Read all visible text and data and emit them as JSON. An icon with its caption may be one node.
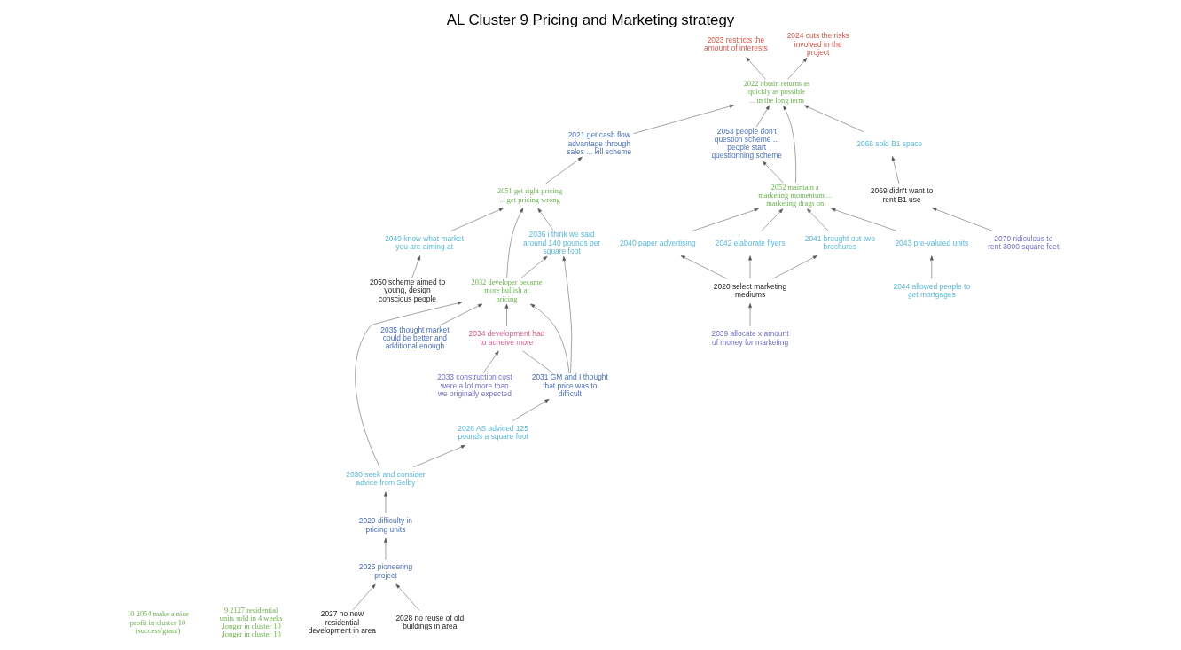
{
  "diagram": {
    "title": "AL Cluster 9 Pricing and Marketing strategy",
    "nodes": [
      {
        "text": [
          "10 2054 make a nice profit in cluster 10 (success/grant)"
        ]
      },
      {
        "text": [
          "9 2127 residential units sold in 4 weeks ,longer in cluster 10 ,longer in cluster 10"
        ]
      },
      {
        "text": [
          "2023 restricts the amount of interests"
        ]
      },
      {
        "text": [
          "2024 cuts the risks involved in the project"
        ]
      },
      {
        "text": [
          "2022 obtain returns as quickly as possible ... in the long term"
        ]
      },
      {
        "text": [
          "2021 get cash flow advantage through sales ... kill scheme"
        ]
      },
      {
        "text": [
          "2053 people don't question scheme ... people start questionning scheme"
        ]
      },
      {
        "text": [
          "2052 maintain a marketing momentum ... marketing drags on"
        ]
      },
      {
        "text": [
          "2051 get right pricing ... get pricing wrong"
        ]
      },
      {
        "text": [
          "2032 developer became more bullish at pricing"
        ]
      },
      {
        "text": [
          "2068 sold B1 space"
        ]
      },
      {
        "text": [
          "2040 paper advertising"
        ]
      },
      {
        "text": [
          "2042 elaborate flyers"
        ]
      },
      {
        "text": [
          "2041 brought out two brochures"
        ]
      },
      {
        "text": [
          "2026 AS adviced 125 pounds a square foot"
        ]
      },
      {
        "text": [
          "2069 didn't want to rent B1 use"
        ]
      },
      {
        "text": [
          "2020 select marketing mediums"
        ]
      },
      {
        "text": [
          "2043 pre-valuied units"
        ]
      },
      {
        "text": [
          "2049 know what market you are aiming at"
        ]
      },
      {
        "text": [
          "2035 thought market could be better and additional enough"
        ]
      },
      {
        "text": [
          "2030 seek and consider advice from Selby"
        ]
      },
      {
        "text": [
          "2036 i think we said around 140 pounds per square foot"
        ]
      },
      {
        "text": [
          "2039 allocate x amount of money for marketing"
        ]
      },
      {
        "text": [
          "2044 allowed people to get mortgages"
        ]
      },
      {
        "text": [
          "2050 scheme aimed to young, design conscious people"
        ]
      },
      {
        "text": [
          "2029 difficulty in pricing units"
        ]
      },
      {
        "text": [
          "2031 GM and I thought that price was to difficult"
        ]
      },
      {
        "text": [
          "2034 development had to acheive more"
        ]
      },
      {
        "text": [
          "2070 ridiculous to rent 3000 square feet"
        ]
      },
      {
        "text": [
          "2033 construction cost were a lot more than we originally expected"
        ]
      },
      {
        "text": [
          "2025 pioneering project"
        ]
      },
      {
        "text": [
          "2027 no new residential development in area"
        ]
      },
      {
        "text": [
          "2028 no reuse of old buildings in area"
        ]
      }
    ],
    "edges": [
      {
        "from": 4,
        "to": 2,
        "arrow": "to"
      },
      {
        "from": 4,
        "to": 3,
        "arrow": "to"
      },
      {
        "from": 5,
        "to": 4,
        "arrow": "to"
      },
      {
        "from": 6,
        "to": 4,
        "arrow": "to"
      },
      {
        "from": 7,
        "to": 4,
        "arrow": "to"
      },
      {
        "from": 7,
        "to": 6,
        "arrow": "to"
      },
      {
        "from": 10,
        "to": 4,
        "arrow": "to"
      },
      {
        "from": 11,
        "to": 7,
        "arrow": "to"
      },
      {
        "from": 17,
        "to": 7,
        "arrow": "to"
      },
      {
        "from": 12,
        "to": 7,
        "arrow": "to"
      },
      {
        "from": 13,
        "to": 7,
        "arrow": "to"
      },
      {
        "from": 16,
        "to": 11,
        "arrow": "to"
      },
      {
        "from": 16,
        "to": 12,
        "arrow": "to"
      },
      {
        "from": 16,
        "to": 13,
        "arrow": "to"
      },
      {
        "from": 23,
        "to": 17,
        "arrow": "to"
      },
      {
        "from": 22,
        "to": 16,
        "arrow": "to"
      },
      {
        "from": 15,
        "to": 10,
        "arrow": "to"
      },
      {
        "from": 28,
        "to": 15,
        "arrow": "to"
      },
      {
        "from": 8,
        "to": 5,
        "arrow": "to"
      },
      {
        "from": 9,
        "to": 8,
        "arrow": "to"
      },
      {
        "from": 18,
        "to": 8,
        "arrow": "to"
      },
      {
        "from": 21,
        "to": 8,
        "arrow": "to"
      },
      {
        "from": 24,
        "to": 18,
        "arrow": "to"
      },
      {
        "from": 19,
        "to": 9,
        "arrow": "to"
      },
      {
        "from": 20,
        "to": 9,
        "arrow": "to"
      },
      {
        "from": 26,
        "to": 9,
        "arrow": "to"
      },
      {
        "from": 9,
        "to": 21,
        "arrow": "to"
      },
      {
        "from": 27,
        "to": 9,
        "arrow": "to"
      },
      {
        "from": 20,
        "to": 14,
        "arrow": "to"
      },
      {
        "from": 14,
        "to": 26,
        "arrow": "to"
      },
      {
        "from": 25,
        "to": 20,
        "arrow": "to"
      },
      {
        "from": 26,
        "to": 21,
        "arrow": "to"
      },
      {
        "from": 26,
        "to": 27,
        "arrow": "none"
      },
      {
        "from": 29,
        "to": 27,
        "arrow": "to"
      },
      {
        "from": 30,
        "to": 25,
        "arrow": "to"
      },
      {
        "from": 31,
        "to": 30,
        "arrow": "to"
      },
      {
        "from": 32,
        "to": 30,
        "arrow": "to"
      }
    ]
  }
}
